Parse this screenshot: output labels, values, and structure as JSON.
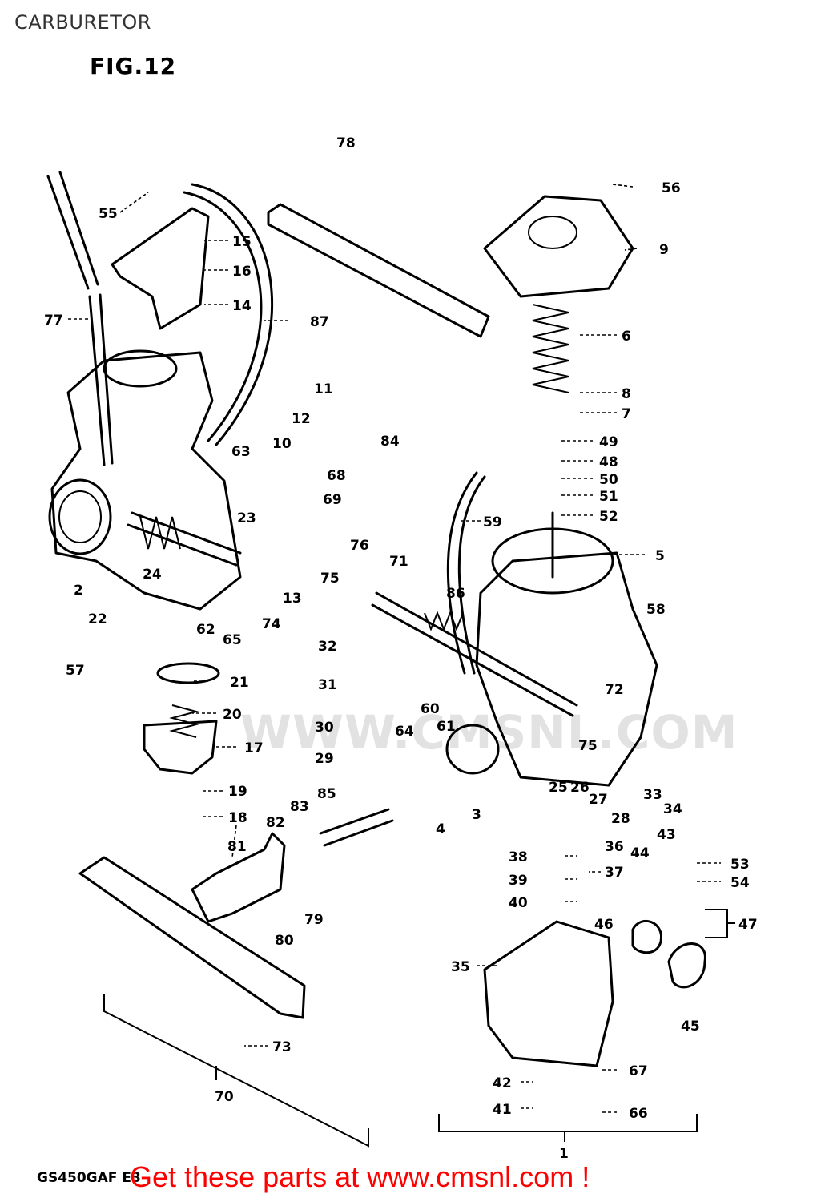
{
  "page": {
    "title": "CARBURETOR",
    "figure_label": "FIG.12",
    "model_code": "GS450GAF E3",
    "watermark": "WWW.CMSNL.COM",
    "promo": "Get these parts at www.cmsnl.com !"
  },
  "callouts": [
    "1",
    "2",
    "3",
    "4",
    "5",
    "6",
    "7",
    "8",
    "9",
    "10",
    "11",
    "12",
    "13",
    "14",
    "15",
    "16",
    "17",
    "18",
    "19",
    "20",
    "21",
    "22",
    "23",
    "24",
    "25",
    "26",
    "27",
    "28",
    "29",
    "30",
    "31",
    "32",
    "33",
    "34",
    "35",
    "36",
    "37",
    "38",
    "39",
    "40",
    "41",
    "42",
    "43",
    "44",
    "45",
    "46",
    "47",
    "48",
    "49",
    "50",
    "51",
    "52",
    "53",
    "54",
    "55",
    "56",
    "57",
    "58",
    "59",
    "60",
    "61",
    "62",
    "63",
    "64",
    "65",
    "66",
    "67",
    "68",
    "69",
    "70",
    "71",
    "72",
    "73",
    "74",
    "75",
    "76",
    "77",
    "78",
    "79",
    "80",
    "81",
    "82",
    "83",
    "84",
    "85",
    "86",
    "87"
  ],
  "colors": {
    "ink": "#000000",
    "promo": "#ff0000",
    "title": "#333333",
    "watermark": "#e2e2e2"
  }
}
